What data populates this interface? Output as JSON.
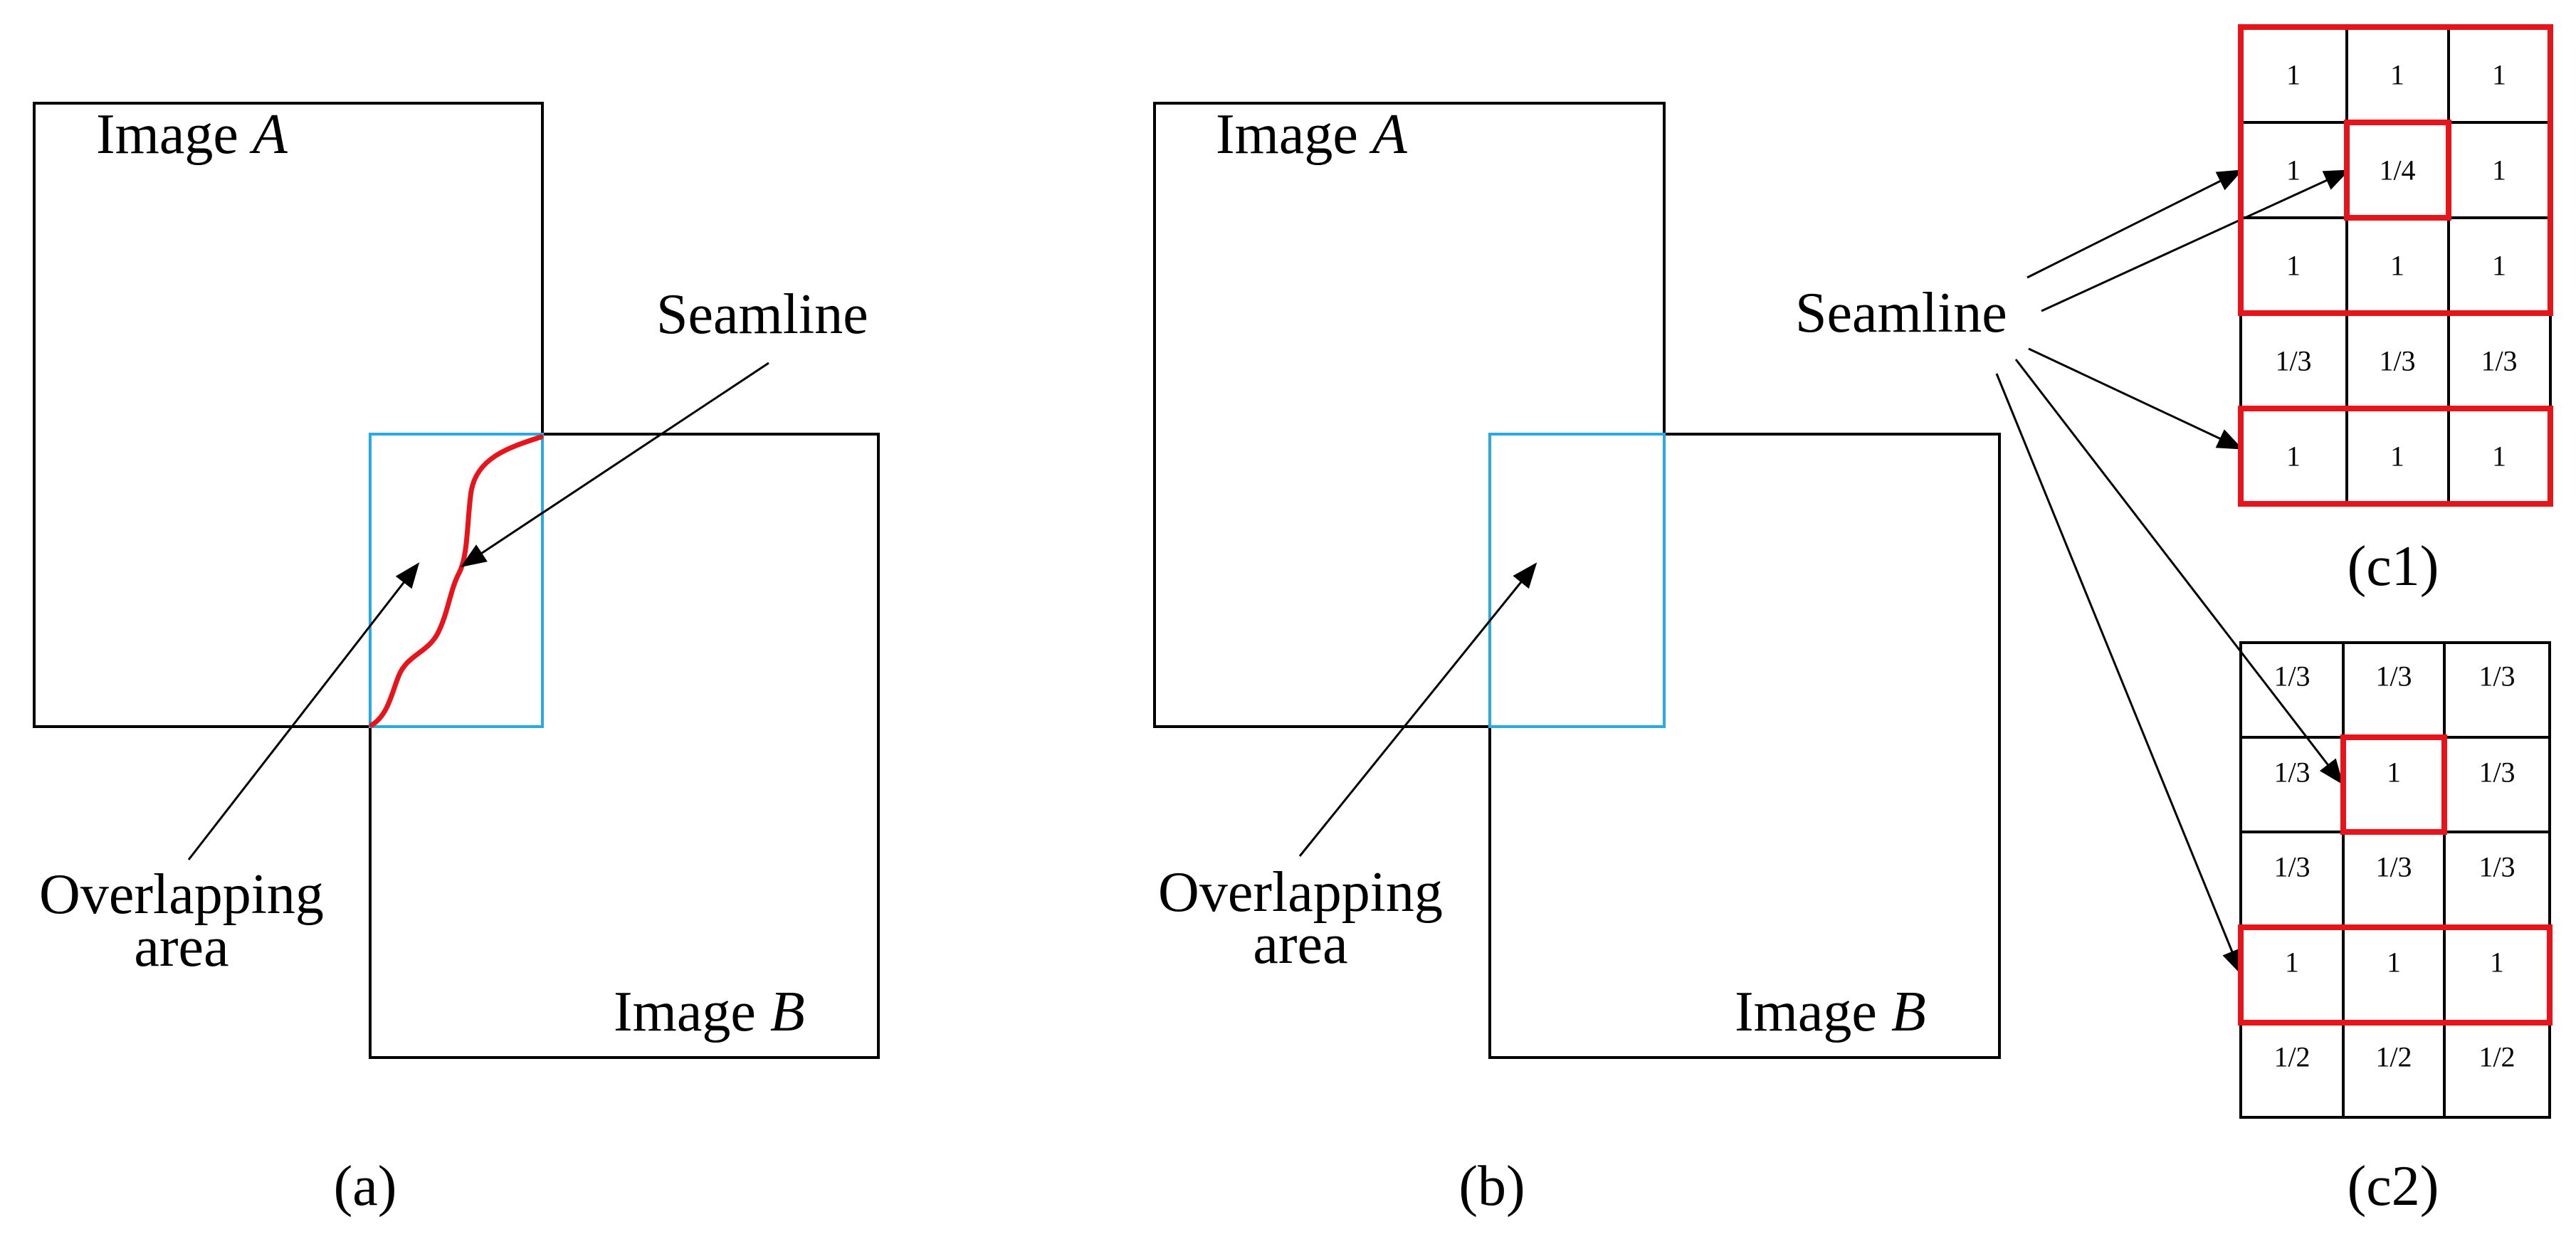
{
  "panel_a": {
    "image_a_prefix": "Image ",
    "image_a_var": "A",
    "image_b_prefix": "Image ",
    "image_b_var": "B",
    "seamline_label": "Seamline",
    "overlap_label_line1": "Overlapping",
    "overlap_label_line2": "area",
    "caption": "(a)"
  },
  "panel_b": {
    "image_a_prefix": "Image ",
    "image_a_var": "A",
    "image_b_prefix": "Image ",
    "image_b_var": "B",
    "overlap_label_line1": "Overlapping",
    "overlap_label_line2": "area",
    "caption": "(b)"
  },
  "seamline_label": "Seamline",
  "grid_c1": {
    "caption": "(c1)",
    "rows": [
      [
        "1",
        "1",
        "1"
      ],
      [
        "1",
        "1/4",
        "1"
      ],
      [
        "1",
        "1",
        "1"
      ],
      [
        "1/3",
        "1/3",
        "1/3"
      ],
      [
        "1",
        "1",
        "1"
      ]
    ]
  },
  "grid_c2": {
    "caption": "(c2)",
    "rows": [
      [
        "1/3",
        "1/3",
        "1/3"
      ],
      [
        "1/3",
        "1",
        "1/3"
      ],
      [
        "1/3",
        "1/3",
        "1/3"
      ],
      [
        "1",
        "1",
        "1"
      ],
      [
        "1/2",
        "1/2",
        "1/2"
      ]
    ]
  },
  "colors": {
    "overlap_box": "#29abe2",
    "seamline": "#e8141c",
    "highlight": "#e8141c",
    "outline": "#000000"
  }
}
